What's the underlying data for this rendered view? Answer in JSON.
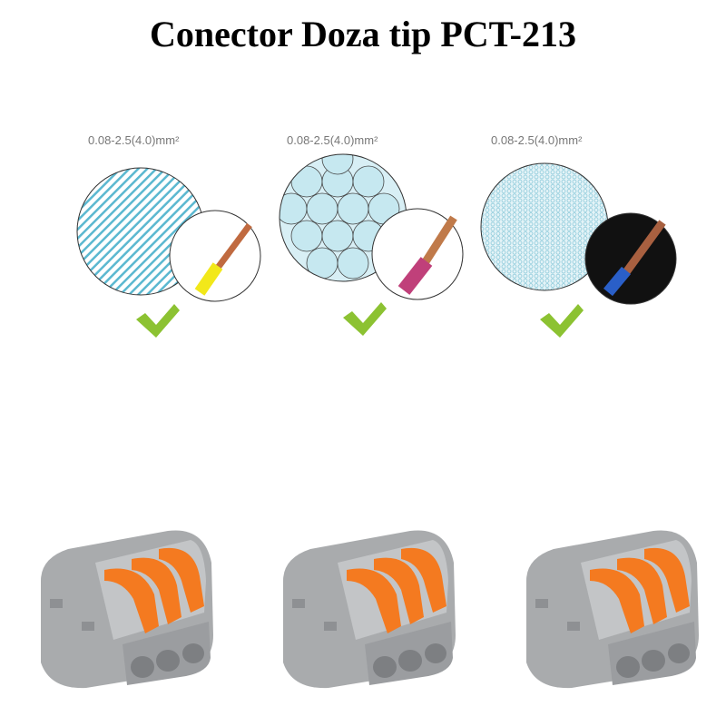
{
  "title": "Conector Doza tip PCT-213",
  "wire_types": [
    {
      "spec": "0.08-2.5(4.0)mm²",
      "insulation_color": "#f2e81a",
      "accepted": true,
      "icon": "check-icon"
    },
    {
      "spec": "0.08-2.5(4.0)mm²",
      "insulation_color": "#c0407a",
      "accepted": true,
      "icon": "check-icon"
    },
    {
      "spec": "0.08-2.5(4.0)mm²",
      "insulation_color": "#2a5fc8",
      "accepted": true,
      "icon": "check-icon"
    }
  ],
  "colors": {
    "pattern_blue": "#5bb8d0",
    "check_green": "#8cc232",
    "lever_orange": "#f47a20",
    "body_gray": "#a9abad"
  },
  "connectors": {
    "count": 3,
    "lever_count": 3
  }
}
